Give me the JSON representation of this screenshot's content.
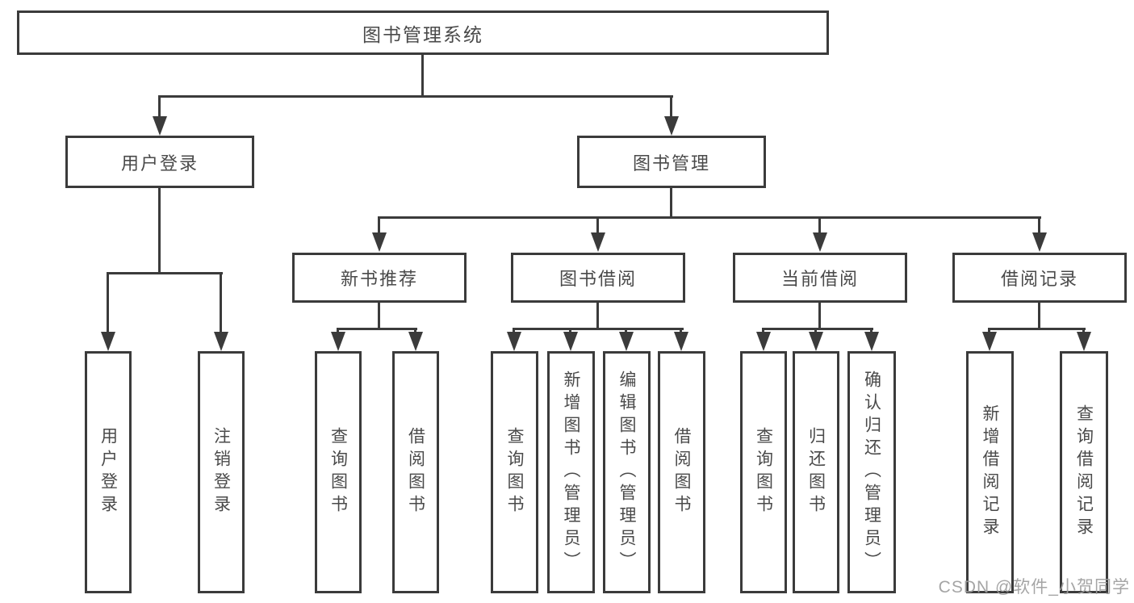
{
  "diagram": {
    "title": "图书管理系统",
    "user_login": {
      "label": "用户登录",
      "children": [
        "用户登录",
        "注销登录"
      ]
    },
    "book_management": {
      "label": "图书管理",
      "sections": {
        "new_books": {
          "label": "新书推荐",
          "children": [
            "查询图书",
            "借阅图书"
          ]
        },
        "book_borrowing": {
          "label": "图书借阅",
          "children": [
            "查询图书",
            "新增图书（管理员）",
            "编辑图书（管理员）",
            "借阅图书"
          ]
        },
        "current_borrowing": {
          "label": "当前借阅",
          "children": [
            "查询图书",
            "归还图书",
            "确认归还（管理员）"
          ]
        },
        "borrowing_records": {
          "label": "借阅记录",
          "children": [
            "新增借阅记录",
            "查询借阅记录"
          ]
        }
      }
    }
  },
  "watermark": "CSDN @软件_小贺同学",
  "colors": {
    "line": "#3b3b3b",
    "text": "#4a4a4a",
    "background": "#ffffff",
    "watermark": "#9e9e9e"
  }
}
